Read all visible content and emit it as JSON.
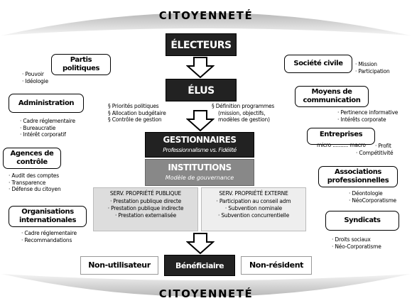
{
  "citoyennete": {
    "top": "CITOYENNETÉ",
    "bottom": "CITOYENNETÉ"
  },
  "center": {
    "electeurs": "ÉLECTEURS",
    "elus": "ÉLUS",
    "elus_left": [
      "§ Priorités politiques",
      "§ Allocation budgétaire",
      "§ Contrôle de gestion"
    ],
    "elus_right": [
      "§ Définition programmes",
      "(mission, objectifs,",
      "modèles de gestion)"
    ],
    "gestionnaires": "GESTIONNAIRES",
    "gestionnaires_sub": "Professionnalisme vs. Fidélité",
    "institutions": "INSTITUTIONS",
    "institutions_sub": "Modèle de gouvernance",
    "serv_publique": {
      "title": "SERV. PROPRIÉTÉ PUBLIQUE",
      "items": [
        "· Prestation publique directe",
        "· Prestation publique indirecte",
        "· Prestation externalisée"
      ]
    },
    "serv_externe": {
      "title": "SERV. PROPRIÉTÉ EXTERNE",
      "items": [
        "· Participation au conseil adm",
        "· Subvention nominale",
        "· Subvention concurrentielle"
      ]
    },
    "non_utilisateur": "Non-utilisateur",
    "beneficiaire": "Bénéficiaire",
    "non_resident": "Non-résident"
  },
  "left": {
    "partis": {
      "title": "Partis politiques",
      "items": [
        "· Pouvoir",
        "· Idéologie"
      ]
    },
    "administration": {
      "title": "Administration",
      "items": [
        "· Cadre réglementaire",
        "· Bureaucratie",
        "· Intérêt corporatif"
      ]
    },
    "agences": {
      "title": "Agences de contrôle",
      "items": [
        "· Audit des comptes",
        "· Transparence",
        "· Défense du citoyen"
      ]
    },
    "organisations": {
      "title": "Organisations internationales",
      "items": [
        "· Cadre réglementaire",
        "· Recommandations"
      ]
    }
  },
  "right": {
    "societe": {
      "title": "Société civile",
      "items": [
        "· Mission",
        "· Participation"
      ]
    },
    "moyens": {
      "title": "Moyens de communication",
      "items": [
        "· Pertinence informative",
        "· Intérêts corporate"
      ]
    },
    "entreprises": {
      "title": "Entreprises",
      "scale_left": "micro",
      "scale_dots": "..........",
      "scale_right": "macro",
      "items": [
        "· Profit",
        "· Compétitivité"
      ]
    },
    "associations": {
      "title": "Associations professionnelles",
      "items": [
        "· Déontologie",
        "· NéoCorporatisme"
      ]
    },
    "syndicats": {
      "title": "Syndicats",
      "items": [
        "· Droits sociaux",
        "· Néo-Corporatisme"
      ]
    }
  },
  "colors": {
    "dark": "#222222",
    "grey": "#dddddd",
    "mid_grey": "#888888",
    "arc_grey": "#cccccc"
  }
}
